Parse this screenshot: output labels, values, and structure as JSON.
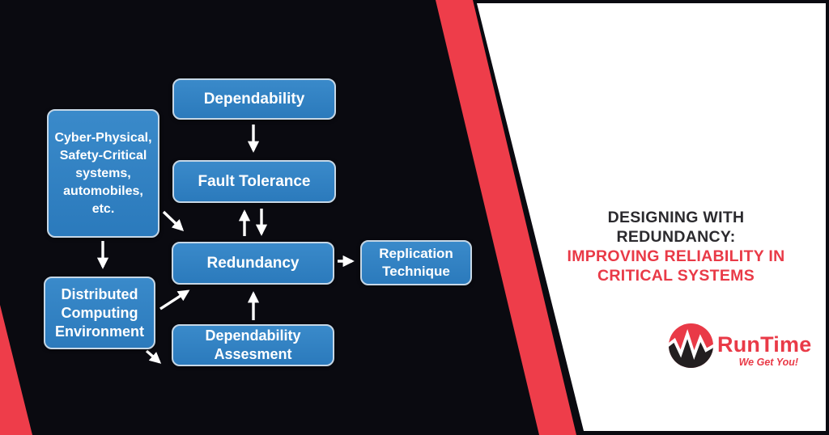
{
  "colors": {
    "background": "#0a0a10",
    "node_fill": "#2e80c2",
    "node_border": "#c6d7e6",
    "node_text": "#ffffff",
    "accent_red": "#ee3d4a",
    "panel_white": "#ffffff",
    "title_dark": "#2b2a2e",
    "arrow": "#ffffff"
  },
  "diagram": {
    "nodes": {
      "dependability": {
        "label": "Dependability"
      },
      "cyber_physical": {
        "label": "Cyber-Physical,\nSafety-Critical\nsystems,\nautomobiles,\netc."
      },
      "fault_tolerance": {
        "label": "Fault Tolerance"
      },
      "redundancy": {
        "label": "Redundancy"
      },
      "replication_technique": {
        "label": "Replication\nTechnique"
      },
      "distributed_computing": {
        "label": "Distributed\nComputing\nEnvironment"
      },
      "dependability_assesment": {
        "label": "Dependability\nAssesment"
      }
    },
    "connections": [
      {
        "from": "Dependability",
        "to": "Fault Tolerance",
        "style": "one-way"
      },
      {
        "from": "Fault Tolerance",
        "to": "Redundancy",
        "style": "two-way"
      },
      {
        "from": "Cyber-Physical, Safety-Critical systems, automobiles, etc.",
        "to": "Redundancy",
        "style": "one-way"
      },
      {
        "from": "Cyber-Physical, Safety-Critical systems, automobiles, etc.",
        "to": "Distributed Computing Environment",
        "style": "one-way"
      },
      {
        "from": "Distributed Computing Environment",
        "to": "Redundancy",
        "style": "one-way"
      },
      {
        "from": "Distributed Computing Environment",
        "to": "Dependability Assesment",
        "style": "one-way"
      },
      {
        "from": "Dependability Assesment",
        "to": "Redundancy",
        "style": "one-way"
      },
      {
        "from": "Redundancy",
        "to": "Replication Technique",
        "style": "one-way"
      }
    ]
  },
  "panel": {
    "title_black": "DESIGNING WITH\nREDUNDANCY:",
    "title_red": "IMPROVING RELIABILITY IN\nCRITICAL SYSTEMS",
    "logo": {
      "brand": "RunTime",
      "tagline": "We Get You!"
    }
  }
}
